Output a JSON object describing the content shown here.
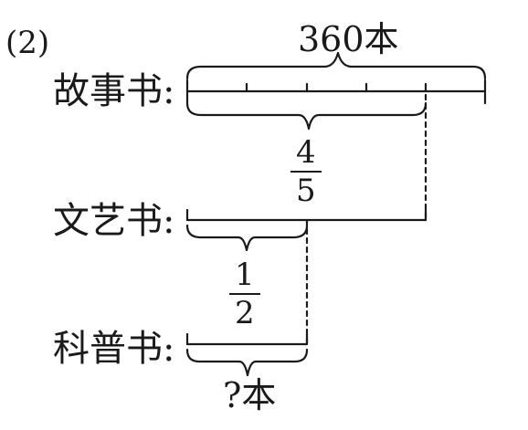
{
  "problem": {
    "number": "(2)"
  },
  "rows": {
    "story": {
      "label": "故事书:"
    },
    "literature": {
      "label": "文艺书:"
    },
    "science": {
      "label": "科普书:"
    }
  },
  "annotations": {
    "total": "360本",
    "literature_fraction": {
      "numerator": "4",
      "denominator": "5"
    },
    "science_fraction": {
      "numerator": "1",
      "denominator": "2"
    },
    "unknown": "?本"
  },
  "structure": {
    "story_segments": 5,
    "literature_segments": 4,
    "science_fraction_of_literature": 0.5
  },
  "colors": {
    "ink": "#1a1a1a",
    "background": "#ffffff"
  }
}
